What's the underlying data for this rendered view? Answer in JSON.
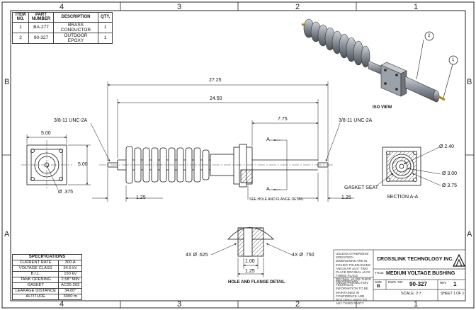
{
  "zones": {
    "top": [
      "4",
      "3",
      "2",
      "1"
    ],
    "bottom": [
      "4",
      "3",
      "2",
      "1"
    ],
    "left": [
      "B",
      "A"
    ],
    "right": [
      "B",
      "A"
    ]
  },
  "bom": {
    "headers": [
      "ITEM NO.",
      "PART NUMBER",
      "DESCRIPTION",
      "QTY."
    ],
    "rows": [
      [
        "1",
        "BA-277",
        "BRASS CONDUCTOR",
        "1"
      ],
      [
        "2",
        "90-327",
        "OUTDOOR EPOXY",
        "1"
      ]
    ]
  },
  "iso": {
    "label": "ISO VIEW",
    "balloons": [
      "1",
      "2"
    ]
  },
  "front": {
    "dims": {
      "overall": "27.25",
      "body": "24.50",
      "flange": "7.75",
      "thread_left": "3/8-11 UNC-2A",
      "thread_right": "3/8-11 UNC-2A",
      "end_left": "1.25",
      "end_right": "1.25"
    },
    "section_marker": "A",
    "note": "SEE HOLE AND FLANGE DETAIL"
  },
  "left_view": {
    "width": "5.00",
    "height": "5.00",
    "diameter": "Ø .375"
  },
  "section": {
    "label": "SECTION A-A",
    "gasket": "GASKET SEAT",
    "d1": "Ø 2.40",
    "d2": "Ø 3.00",
    "d3": "Ø 3.75"
  },
  "detail": {
    "label": "HOLE AND FLANGE DETAIL",
    "left_hole": "4X Ø .625",
    "right_hole": "4X Ø .750",
    "d_inner": "1.00",
    "d_outer": "1.25"
  },
  "spec": {
    "title": "SPECIFICATIONS",
    "rows": [
      [
        "CURRENT RATE",
        "300 A"
      ],
      [
        "VOLTAGE CLASS",
        "34.5 kV"
      ],
      [
        "B.I.L.",
        "150 kV"
      ],
      [
        "TANK OPENING",
        "2.58\" MIN"
      ],
      [
        "GASKET",
        "AC26-263"
      ],
      [
        "LEAKAGE DISTANCE",
        "34.00\""
      ],
      [
        "ALTITUDE",
        "3000 m"
      ]
    ]
  },
  "title_block": {
    "company": "CROSSLINK TECHNOLOGY INC.",
    "title_label": "TITLE:",
    "title": "MEDIUM VOLTAGE BUSHING",
    "size_label": "SIZE",
    "size": "B",
    "dwg_label": "DWG. NO.",
    "dwg": "90-327",
    "rev_label": "REV",
    "rev": "1",
    "scale": "SCALE: 2:7",
    "sheet": "SHEET 1 OF 1",
    "tolerance_note": "UNLESS OTHERWISE SPECIFIED: DIMENSIONS ARE IN INCHES TOLERANCES: ANGULAR ±0.5° TWO PLACE DECIMAL ±0.02 THREE PLACE DECIMAL ±0.005 THIRD ANGLE PROJECTION",
    "proprietary_note": "PROPRIETARY TECHNICAL INFORMATION TO BE MAINTAINED IN CONFIDENCE AND NOT DISCLOSED TO ANY THIRD PARTY"
  }
}
